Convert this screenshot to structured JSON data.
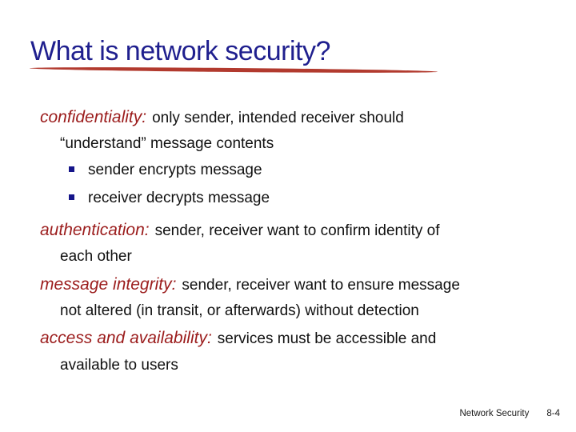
{
  "slide": {
    "title": "What is network security?",
    "footer": {
      "label": "Network Security",
      "page": "8-4"
    }
  },
  "colors": {
    "title_navy": "#1f1f8e",
    "underline_red": "#b23a2e",
    "keyword_dark_red": "#9b1c1c",
    "bullet_navy": "#15158a",
    "body_text": "#111111",
    "background": "#ffffff"
  },
  "sections": [
    {
      "keyword": "confidentiality:",
      "line1": "only sender, intended receiver should",
      "line2": "“understand” message contents",
      "bullets": [
        "sender encrypts message",
        "receiver decrypts message"
      ]
    },
    {
      "keyword": "authentication:",
      "line1": "sender, receiver want to confirm identity of",
      "line2": "each other",
      "bullets": []
    },
    {
      "keyword": "message integrity:",
      "line1": "sender, receiver want to ensure message",
      "line2": "not altered (in transit, or afterwards) without detection",
      "bullets": []
    },
    {
      "keyword": "access and availability:",
      "line1": "services must be accessible and",
      "line2": "available to users",
      "bullets": []
    }
  ]
}
